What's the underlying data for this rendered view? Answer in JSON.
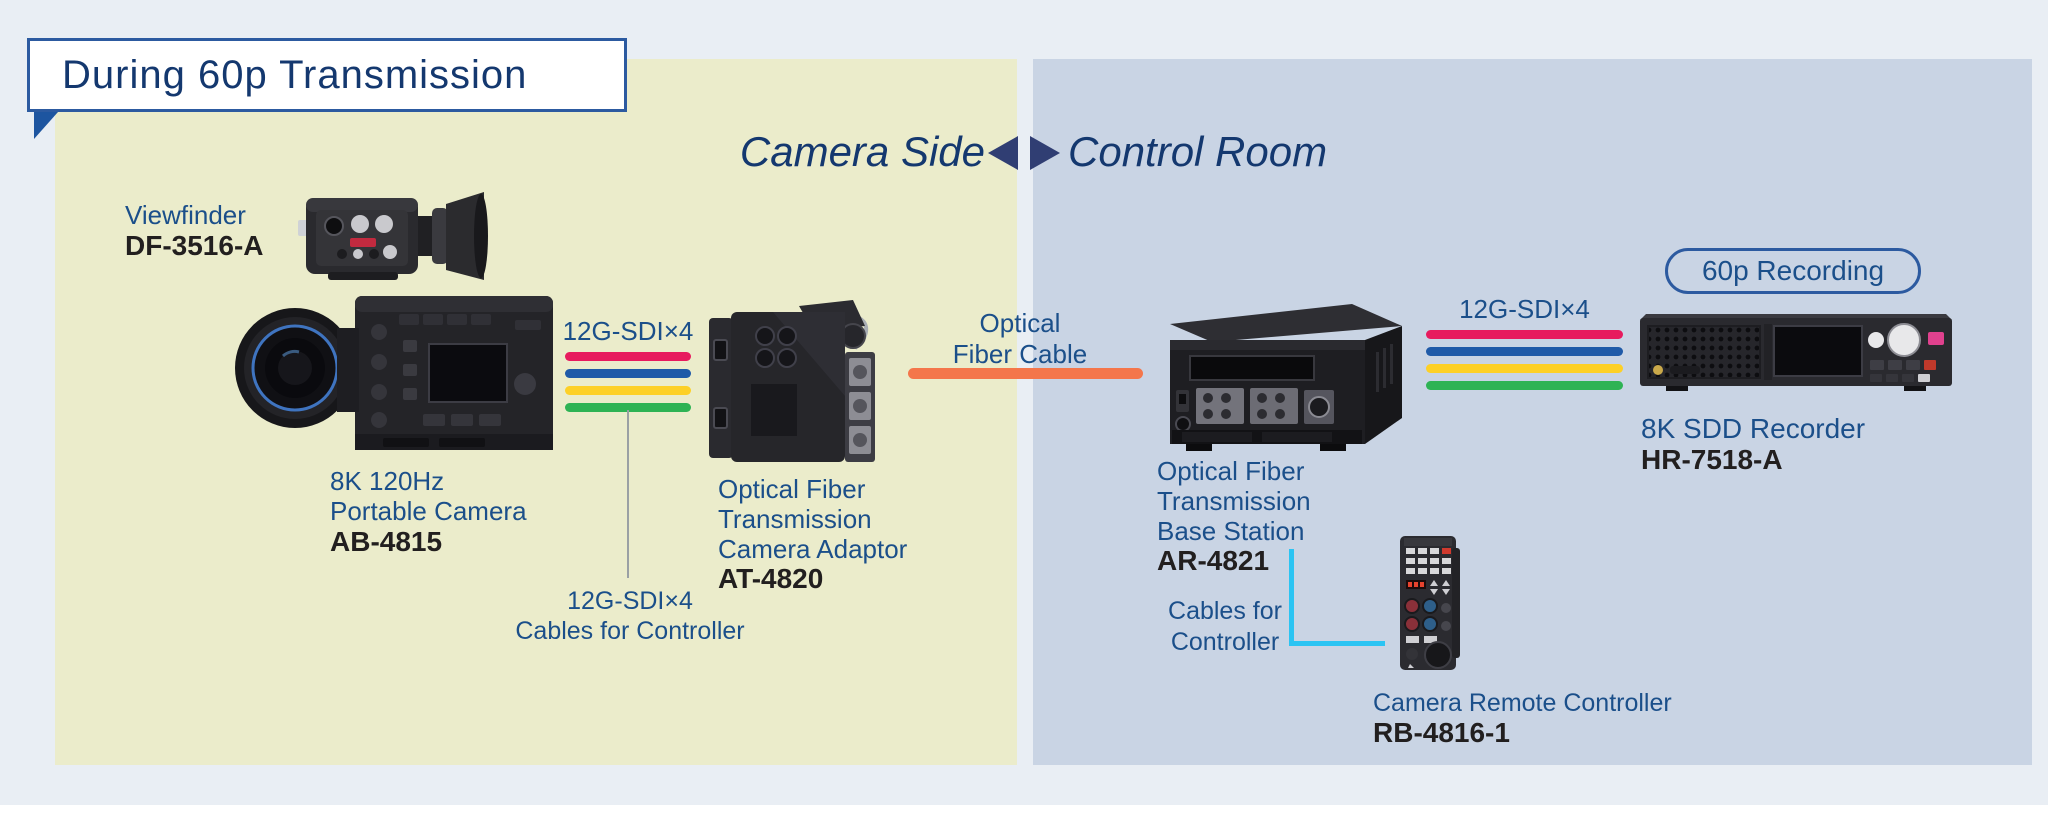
{
  "title": "During 60p Transmission",
  "header": {
    "camera_side": "Camera Side",
    "control_room": "Control Room"
  },
  "camera_side": {
    "viewfinder": {
      "label": "Viewfinder",
      "model": "DF-3516-A"
    },
    "camera": {
      "label_lines": [
        "8K 120Hz",
        "Portable Camera"
      ],
      "model": "AB-4815"
    },
    "sdi_label": "12G-SDI×4",
    "controller_cables": {
      "lines": [
        "12G-SDI×4",
        "Cables for Controller"
      ]
    },
    "adaptor": {
      "label_lines": [
        "Optical Fiber",
        "Transmission",
        "Camera Adaptor"
      ],
      "model": "AT-4820"
    }
  },
  "interconnect": {
    "optical_fiber_cable_lines": [
      "Optical",
      "Fiber Cable"
    ]
  },
  "control_room": {
    "base_station": {
      "label_lines": [
        "Optical Fiber",
        "Transmission",
        "Base Station"
      ],
      "model": "AR-4821"
    },
    "sdi_label": "12G-SDI×4",
    "recording_badge": "60p Recording",
    "recorder": {
      "label": "8K SDD Recorder",
      "model": "HR-7518-A"
    },
    "controller_cables": {
      "lines": [
        "Cables for",
        "Controller"
      ]
    },
    "remote_controller": {
      "label": "Camera Remote Controller",
      "model": "RB-4816-1"
    }
  },
  "colors": {
    "page_bg": "#e9eef4",
    "footer_bg": "#ffffff",
    "panel_camera_bg": "#ebeccb",
    "panel_control_bg": "#c9d4e4",
    "navy_text": "#14386f",
    "label_blue": "#1b4f8a",
    "model_text": "#221f1f",
    "title_border": "#2c5aa0",
    "title_tail": "#1d55a0",
    "arrow": "#303e73",
    "sdi": [
      "#e71b5e",
      "#1f5aa8",
      "#fdd026",
      "#2eb354"
    ],
    "optical_fiber": "#f4764b",
    "controller_cable": "#2bc4f3",
    "connector_gray": "#9aa0a4"
  }
}
